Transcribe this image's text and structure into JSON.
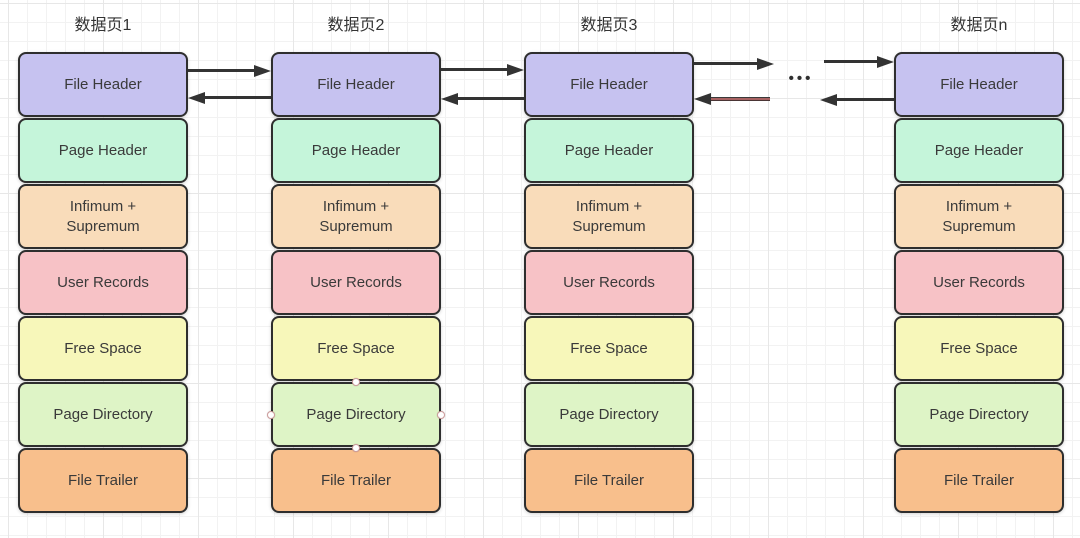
{
  "diagram": {
    "pages": [
      {
        "title": "数据页1"
      },
      {
        "title": "数据页2"
      },
      {
        "title": "数据页3"
      },
      {
        "title": "数据页n"
      }
    ],
    "blocks": [
      {
        "label": "File Header",
        "color": "#c6c2f0"
      },
      {
        "label": "Page Header",
        "color": "#c5f5da"
      },
      {
        "label": "Infimum + Supremum",
        "color": "#f9dcba"
      },
      {
        "label": "User Records",
        "color": "#f7c2c6"
      },
      {
        "label": "Free Space",
        "color": "#f7f7ba"
      },
      {
        "label": "Page Directory",
        "color": "#def4c6"
      },
      {
        "label": "File Trailer",
        "color": "#f8bf8c"
      }
    ],
    "ellipsis": "•••",
    "colors": {
      "block_border": "#2e2e2e",
      "arrow": "#333333",
      "arrow_red_tint": "#a86262",
      "text": "#3a3a3a",
      "grid_minor": "#f2f2f2",
      "grid_major": "#e7e7e7",
      "handle_border": "#cf9d9d"
    }
  }
}
